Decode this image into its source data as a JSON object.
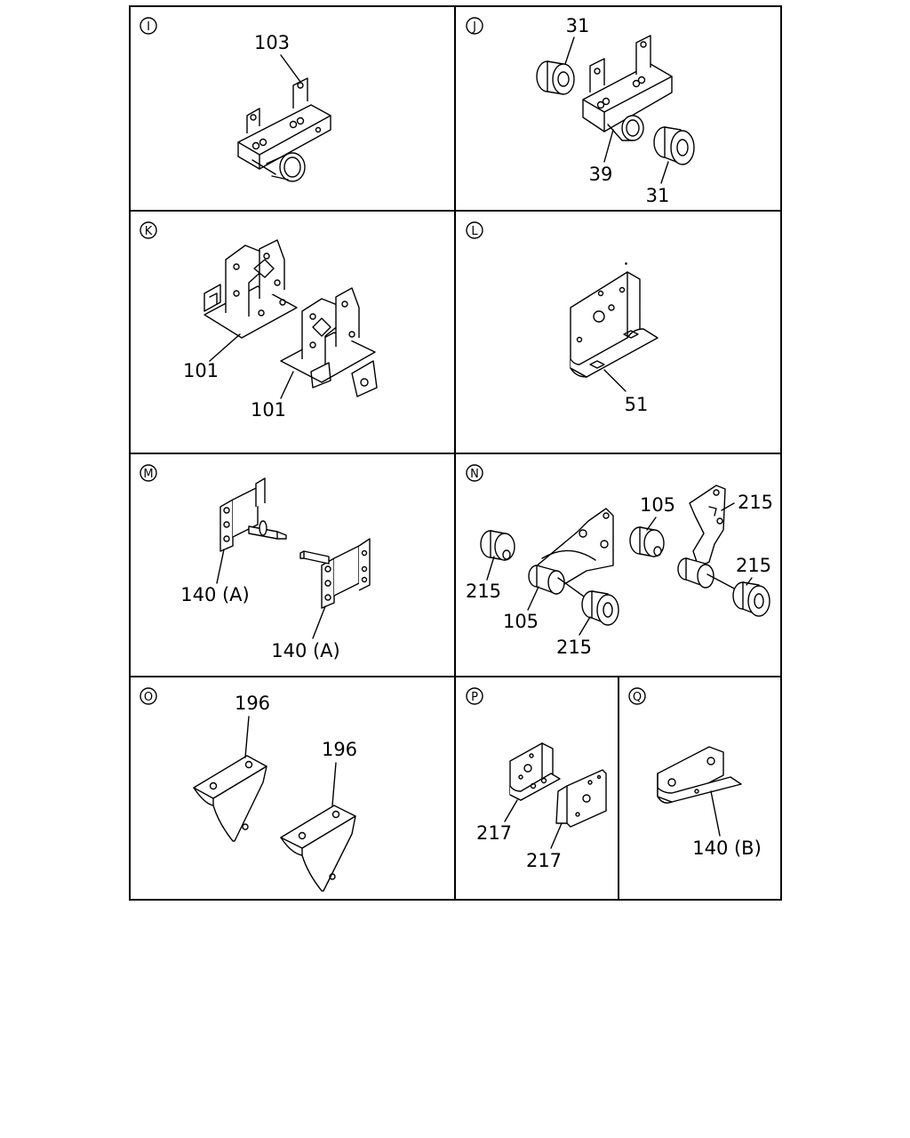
{
  "panels": [
    {
      "id": "I",
      "labels": [
        "103"
      ]
    },
    {
      "id": "J",
      "labels": [
        "31",
        "39",
        "31"
      ]
    },
    {
      "id": "K",
      "labels": [
        "101",
        "101"
      ]
    },
    {
      "id": "L",
      "labels": [
        "51"
      ]
    },
    {
      "id": "M",
      "labels": [
        "140 (A)",
        "140 (A)"
      ]
    },
    {
      "id": "N",
      "labels": [
        "215",
        "105",
        "215",
        "105",
        "215",
        "215"
      ]
    },
    {
      "id": "O",
      "labels": [
        "196",
        "196"
      ]
    },
    {
      "id": "P",
      "labels": [
        "217",
        "217"
      ]
    },
    {
      "id": "Q",
      "labels": [
        "140 (B)"
      ]
    }
  ]
}
